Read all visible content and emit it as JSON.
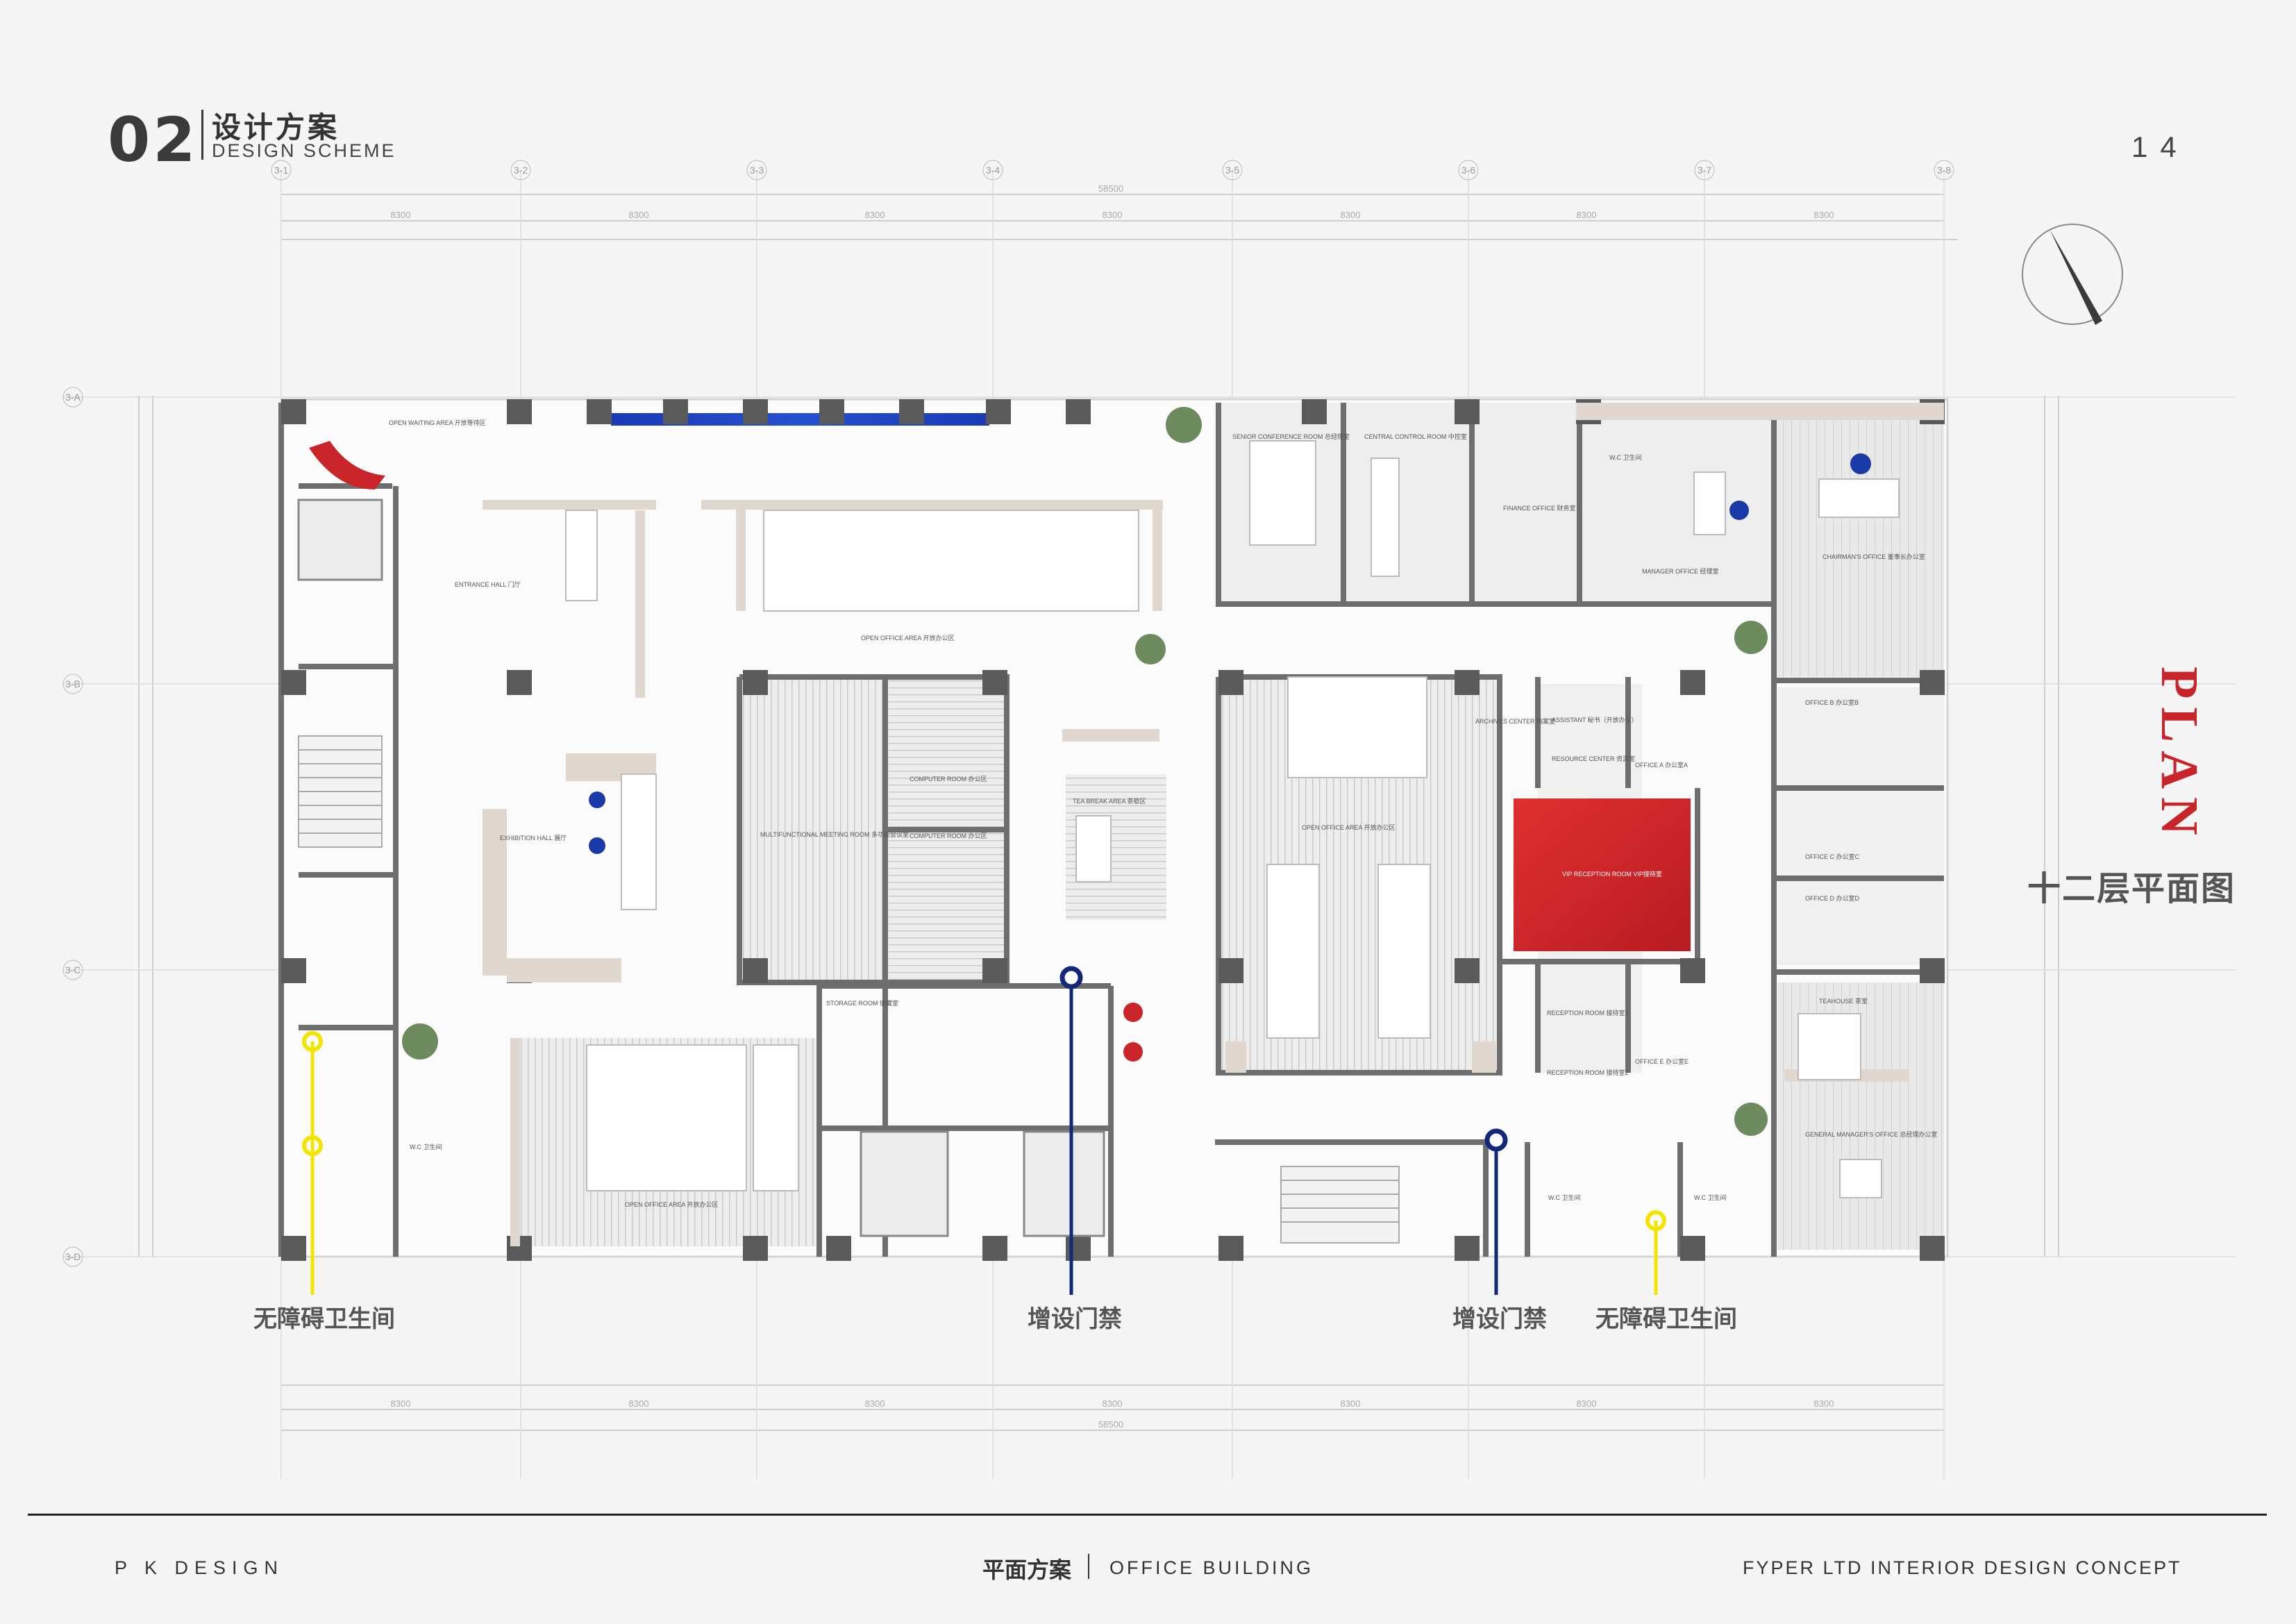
{
  "header": {
    "section_number": "02",
    "section_title_cn": "设计方案",
    "section_title_en": "DESIGN SCHEME",
    "page_number": "14"
  },
  "side": {
    "plan_word": "PLAN",
    "floor_title": "十二层平面图"
  },
  "callouts": {
    "accessible_toilet_left": "无障碍卫生间",
    "access_control_1": "增设门禁",
    "access_control_2": "增设门禁",
    "accessible_toilet_right": "无障碍卫生间"
  },
  "rooms": {
    "open_waiting": "OPEN WAITING AREA 开放等待区",
    "entrance_hall": "ENTRANCE HALL 门厅",
    "exhibition_hall": "EXHIBITION HALL 展厅",
    "open_office_top": "OPEN OFFICE AREA 开放办公区",
    "multifunction_meeting": "MULTIFUNCTIONAL MEETING ROOM 多功能会议室",
    "computer_room_1": "COMPUTER ROOM 办公区",
    "computer_room_2": "COMPUTER ROOM 办公区",
    "tea_break": "TEA BREAK AREA 茶歇区",
    "storage_room": "STORAGE ROOM 储藏室",
    "open_office_bottom": "OPEN OFFICE AREA 开放办公区",
    "toilet_left": "W.C 卫生间",
    "senior_conference": "SENIOR CONFERENCE ROOM 总经理室",
    "central_control": "CENTRAL CONTROL ROOM 中控室",
    "finance_office": "FINANCE OFFICE 财务室",
    "toilet_top": "W.C 卫生间",
    "manager_office": "MANAGER OFFICE 经理室",
    "chairman_office": "CHAIRMAN'S OFFICE 董事长办公室",
    "open_office_mid": "OPEN OFFICE AREA 开放办公区",
    "archives": "ARCHIVES CENTER 档案室",
    "assistant": "ASSISTANT 秘书（开放办公）",
    "resource_center": "RESOURCE CENTER 资源室",
    "vip_reception": "VIP RECEPTION ROOM VIP接待室",
    "office_a": "OFFICE A 办公室A",
    "office_b": "OFFICE B 办公室B",
    "office_c": "OFFICE C 办公室C",
    "office_d": "OFFICE D 办公室D",
    "reception_1": "RECEPTION ROOM 接待室1",
    "reception_2": "RECEPTION ROOM 接待室2",
    "office_e": "OFFICE E 办公室E",
    "teahouse": "TEAHOUSE 茶室",
    "general_manager": "GENERAL MANAGER'S OFFICE 总经理办公室",
    "toilet_bottom_1": "W.C 卫生间",
    "toilet_bottom_2": "W.C 卫生间"
  },
  "axes": {
    "columns": [
      "3-1",
      "3-2",
      "3-3",
      "3-4",
      "3-5",
      "3-6",
      "3-7",
      "3-8"
    ],
    "rows": [
      "3-A",
      "3-B",
      "3-C",
      "3-D"
    ]
  },
  "dimensions": {
    "top_total": "58500",
    "top_spans": [
      "8300",
      "8300",
      "8300",
      "8300",
      "8300",
      "8300",
      "8300"
    ],
    "bottom_total": "58500",
    "bottom_spans": [
      "8300",
      "8300",
      "8300",
      "8300",
      "8300",
      "8300",
      "8300"
    ]
  },
  "colors": {
    "accent_red": "#c8242a",
    "accent_blue": "#1a3aa8",
    "marker_yellow": "#f2e600",
    "marker_navy": "#14287a",
    "wall": "#5a5a5a"
  },
  "footer": {
    "studio": "P K DESIGN",
    "center_cn": "平面方案",
    "center_en": "OFFICE BUILDING",
    "right": "FYPER LTD INTERIOR DESIGN CONCEPT"
  }
}
